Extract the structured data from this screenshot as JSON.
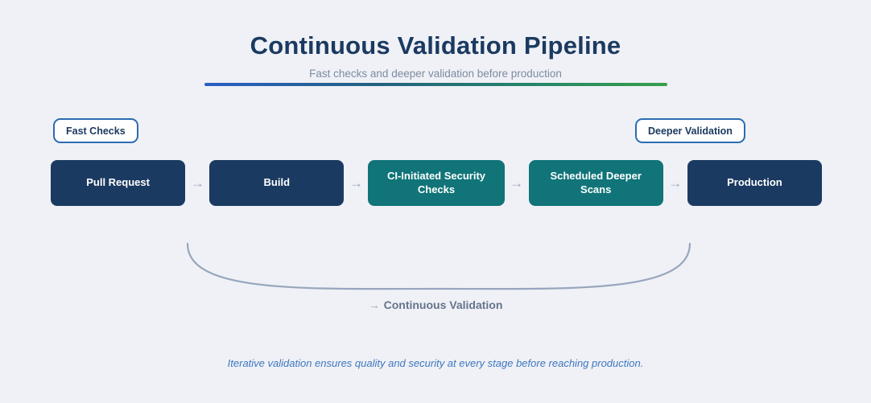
{
  "header": {
    "title": "Continuous Validation Pipeline",
    "subtitle": "Fast checks and deeper validation before production",
    "rule_gradient_from": "#2b5fc4",
    "rule_gradient_to": "#35a04a"
  },
  "badges": [
    {
      "id": "fast-checks",
      "label": "Fast Checks",
      "border_color": "#2b6cb0",
      "text_color": "#1b3a61"
    },
    {
      "id": "deeper-validation",
      "label": "Deeper Validation",
      "border_color": "#2b6cb0",
      "text_color": "#1b3a61"
    }
  ],
  "flow": {
    "arrow_glyph": "→",
    "nodes": [
      {
        "label": "Pull Request",
        "style": "navy",
        "color": "#1b3a61"
      },
      {
        "label": "Build",
        "style": "navy",
        "color": "#1b3a61"
      },
      {
        "label": "CI-Initiated Security Checks",
        "style": "teal",
        "color": "#107478"
      },
      {
        "label": "Scheduled Deeper Scans",
        "style": "teal",
        "color": "#107478"
      },
      {
        "label": "Production",
        "style": "navy",
        "color": "#1b3a61"
      }
    ]
  },
  "loop": {
    "arrow_glyph": "→",
    "label": "Continuous Validation",
    "stroke_color": "#97a6bd"
  },
  "footer": {
    "note": "Iterative validation ensures quality and security at every stage before reaching production.",
    "color": "#3f77c0"
  },
  "theme": {
    "background": "#eff1f6"
  }
}
